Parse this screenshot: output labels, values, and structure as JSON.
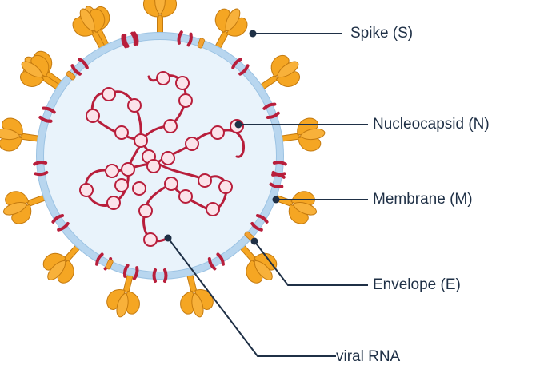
{
  "labels": {
    "spike": "Spike (S)",
    "nucleocapsid": "Nucleocapsid (N)",
    "membrane": "Membrane (M)",
    "envelope": "Envelope (E)",
    "rna": "viral RNA"
  },
  "colors": {
    "spike": "#f5a623",
    "spike_outline": "#c47a0f",
    "membrane_ring": "#b8d6ef",
    "interior": "#e9f3fb",
    "protein_red": "#b81e3b",
    "nucleocapsid_fill": "#fbe3ea",
    "leader": "#1f3046"
  }
}
